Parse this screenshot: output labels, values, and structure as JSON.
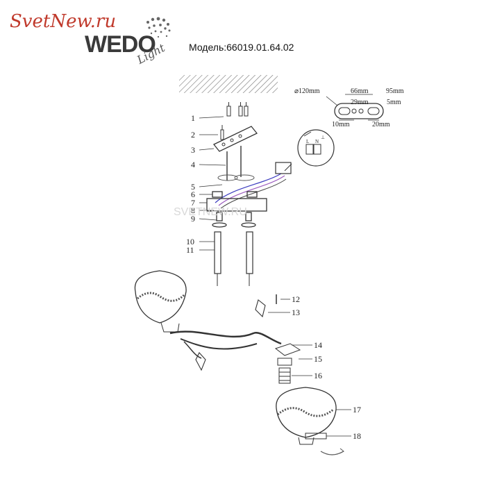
{
  "brand": {
    "logo_text_1": "SvetNew.ru",
    "logo_text_2": "WEDO",
    "logo_text_3": "Light"
  },
  "model_label": "Модель:66019.01.64.02",
  "watermark": "SVETNEW.RU",
  "dimensions": {
    "diameter": "⌀120mm",
    "d66": "66mm",
    "d95": "95mm",
    "d29": "29mm",
    "d5": "5mm",
    "d10": "10mm",
    "d20": "20mm"
  },
  "terminal_letters": [
    "L",
    "N",
    "⊥"
  ],
  "parts": [
    {
      "label": "1"
    },
    {
      "label": "2"
    },
    {
      "label": "3"
    },
    {
      "label": "4"
    },
    {
      "label": "5"
    },
    {
      "label": "6"
    },
    {
      "label": "7"
    },
    {
      "label": "8"
    },
    {
      "label": "9"
    },
    {
      "label": "10"
    },
    {
      "label": "11"
    },
    {
      "label": "12"
    },
    {
      "label": "13"
    },
    {
      "label": "14"
    },
    {
      "label": "15"
    },
    {
      "label": "16"
    },
    {
      "label": "17"
    },
    {
      "label": "18"
    }
  ]
}
